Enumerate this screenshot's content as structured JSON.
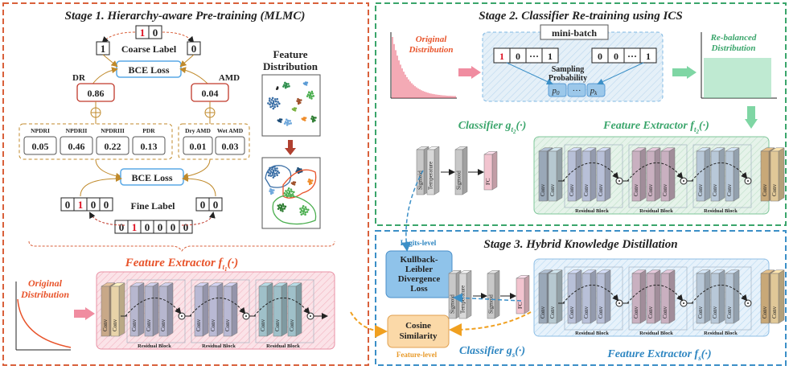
{
  "stage1": {
    "title": "Stage 1. Hierarchy-aware Pre-training (MLMC)",
    "coarse_label": "Coarse Label",
    "coarse_top": [
      "1",
      "0"
    ],
    "coarse_left": "1",
    "coarse_right": "0",
    "bce_top": "BCE Loss",
    "dr_label": "DR",
    "amd_label": "AMD",
    "dr_value": "0.86",
    "amd_value": "0.04",
    "oplus": "⊕",
    "dr_names": [
      "NPDRI",
      "NPDRII",
      "NPDRIII",
      "PDR"
    ],
    "dr_values": [
      "0.05",
      "0.46",
      "0.22",
      "0.13"
    ],
    "amd_names": [
      "Dry AMD",
      "Wet AMD"
    ],
    "amd_values": [
      "0.01",
      "0.03"
    ],
    "bce_bottom": "BCE Loss",
    "fine_left": [
      "0",
      "1",
      "0",
      "0"
    ],
    "fine_label": "Fine Label",
    "fine_right": [
      "0",
      "0"
    ],
    "fine_full": [
      "0",
      "1",
      "0",
      "0",
      "0",
      "0"
    ],
    "feature_dist_title": "Feature\nDistribution",
    "feature_extractor": "Feature Extractor",
    "feature_extractor_math": "f",
    "feature_extractor_sub": "t",
    "feature_extractor_subsub": "1",
    "feature_extractor_arg": "(·)",
    "original_dist": "Original\nDistribution",
    "conv": "Conv",
    "residual_block": "Residual Block"
  },
  "stage2": {
    "title": "Stage 2. Classifier Re-training using ICS",
    "original_dist": "Original\nDistribution",
    "minibatch": "mini-batch",
    "seq_left": [
      "1",
      "0",
      "···",
      "1"
    ],
    "seq_right": [
      "0",
      "0",
      "···",
      "1"
    ],
    "sampling": "Sampling\nProbability",
    "p0": "p",
    "p0_sub": "0",
    "dots": "···",
    "pk": "p",
    "pk_sub": "k",
    "rebalanced": "Re-balanced\nDistribution",
    "classifier": "Classifier",
    "classifier_math": "g",
    "classifier_sub": "t",
    "classifier_subsub": "2",
    "arg": "(·)",
    "feature_extractor": "Feature Extractor",
    "fe_math": "f",
    "fe_sub": "t",
    "fe_subsub": "2",
    "sigmoid": "Sigmoid",
    "temperature": "Temperature",
    "fc": "FC",
    "conv": "Conv",
    "residual_block": "Residual Block"
  },
  "stage3": {
    "title": "Stage 3. Hybrid Knowledge Distillation",
    "logits_level": "Logits-level",
    "kl_loss": "Kullback-\nLeibler\nDivergence\nLoss",
    "cosine": "Cosine\nSimilarity",
    "feature_level": "Feature-level",
    "classifier": "Classifier",
    "classifier_math": "g",
    "classifier_sub": "s",
    "arg": "(·)",
    "feature_extractor": "Feature Extractor",
    "fe_math": "f",
    "fe_sub": "s",
    "sigmoid": "Sigmoid",
    "temperature": "Temperature",
    "fc": "FC",
    "conv": "Conv",
    "residual_block": "Residual Block"
  },
  "colors": {
    "stage1_border": "#d9603b",
    "stage2_border": "#3aa56b",
    "stage3_border": "#3b8fc7",
    "orange_red": "#e8542b",
    "green_text": "#3aa56b",
    "blue_text": "#2e86c1",
    "bce_border": "#5aa9e6",
    "gold": "#c08a2b",
    "pink_arrow": "#f08ca0"
  }
}
